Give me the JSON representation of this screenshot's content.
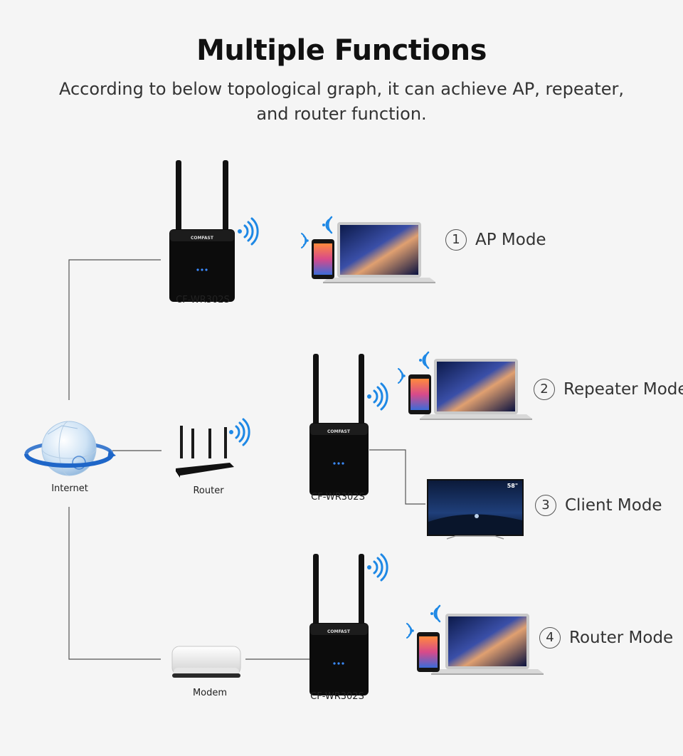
{
  "header": {
    "title": "Multiple Functions",
    "subtitle_line1": "According to below topological graph, it can achieve AP, repeater,",
    "subtitle_line2": "and router function."
  },
  "devices": {
    "internet_label": "Internet",
    "router_label": "Router",
    "modem_label": "Modem",
    "extender_label_1": "CF-WR302S",
    "extender_label_2": "CF-WR302S",
    "extender_label_3": "CF-WR302S",
    "extender_brand": "COMFAST",
    "tv_size": "58\""
  },
  "modes": [
    {
      "num": "1",
      "label": "AP Mode"
    },
    {
      "num": "2",
      "label": "Repeater Mode"
    },
    {
      "num": "3",
      "label": "Client Mode"
    },
    {
      "num": "4",
      "label": "Router Mode"
    }
  ],
  "colors": {
    "wifi": "#1e88e5",
    "device_black": "#111111",
    "line": "#555555",
    "screen_blue": "#1b2a6b"
  }
}
